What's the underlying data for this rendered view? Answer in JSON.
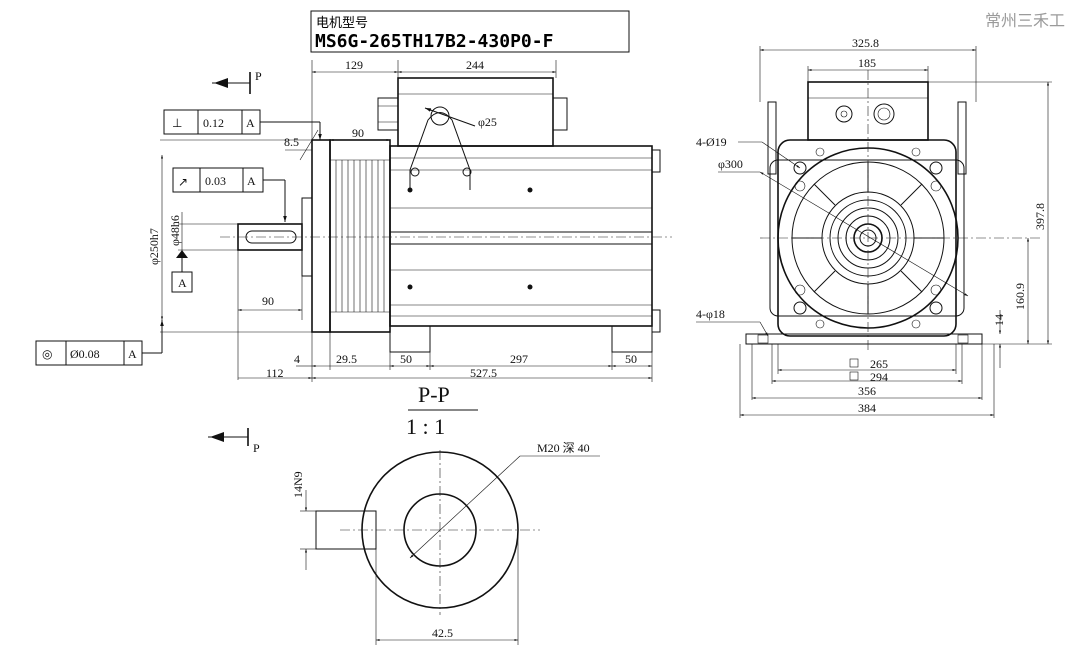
{
  "title_block": {
    "label": "电机型号",
    "model": "MS6G-265TH17B2-430P0-F"
  },
  "watermark": "常州三禾工",
  "section": {
    "marker": "P",
    "title": "P-P",
    "scale": "1 : 1",
    "thread_note": "M20 深 40",
    "key_width": "14N9",
    "shaft_dim": "42.5"
  },
  "tolerance_frames": [
    {
      "symbol": "⊥",
      "value": "0.12",
      "datum": "A"
    },
    {
      "symbol": "↗",
      "value": "0.03",
      "datum": "A"
    },
    {
      "symbol": "◎",
      "value": "Ø0.08",
      "datum": "A"
    }
  ],
  "datum_label": "A",
  "side_view_dims": {
    "d129": "129",
    "d244": "244",
    "d25": "φ25",
    "d8_5": "8.5",
    "d90_top": "90",
    "d250": "φ250h7",
    "d48": "φ48h6",
    "d90_bot": "90",
    "d4": "4",
    "d29_5": "29.5",
    "d50a": "50",
    "d297": "297",
    "d50b": "50",
    "d112": "112",
    "d527_5": "527.5"
  },
  "end_view_dims": {
    "d325_8": "325.8",
    "d185": "185",
    "d4_19": "4-Ø19",
    "d300": "φ300",
    "d4_18": "4-φ18",
    "d397_8": "397.8",
    "d160_9": "160.9",
    "d14": "14",
    "d265": "265",
    "d294": "294",
    "d356": "356",
    "d384": "384"
  }
}
